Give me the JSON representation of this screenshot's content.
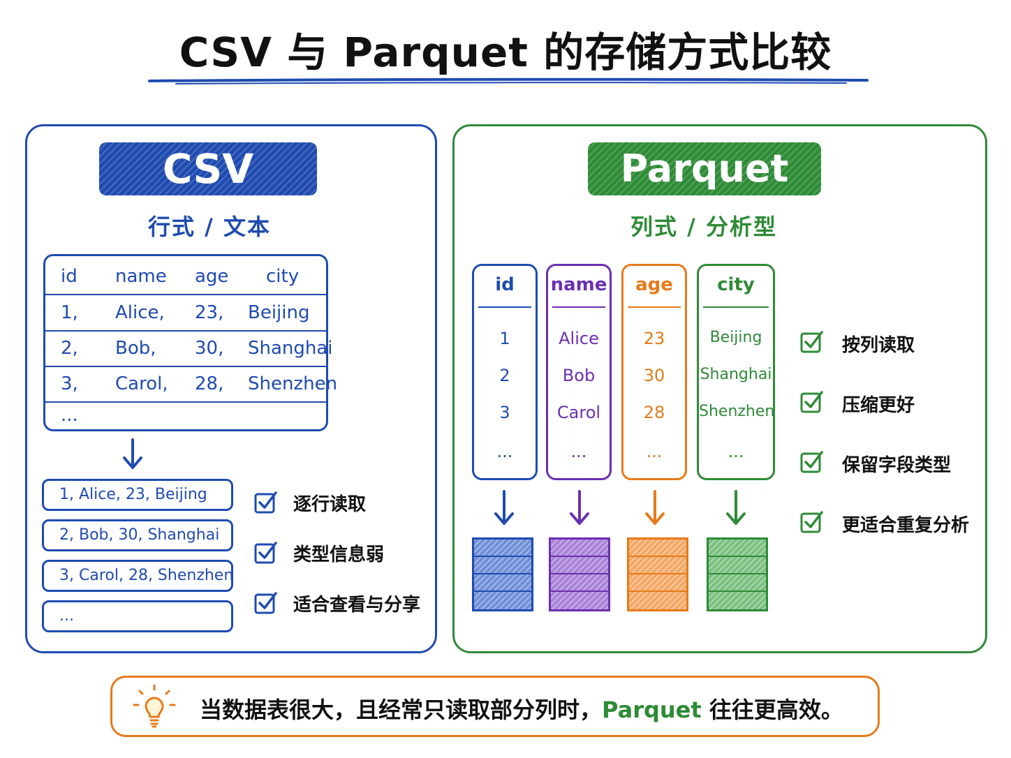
{
  "title": "CSV 与 Parquet 的存储方式比较",
  "csv": {
    "badge": "CSV",
    "subtitle": "行式 / 文本",
    "table": {
      "headers": [
        "id",
        "name",
        "age",
        "city"
      ],
      "rows": [
        [
          "1,",
          "Alice,",
          "23,",
          "Beijing"
        ],
        [
          "2,",
          "Bob,",
          "30,",
          "Shanghai"
        ],
        [
          "3,",
          "Carol,",
          "28,",
          "Shenzhen"
        ]
      ],
      "more": "..."
    },
    "records": [
      "1, Alice, 23, Beijing",
      "2, Bob, 30, Shanghai",
      "3, Carol, 28, Shenzhen",
      "..."
    ],
    "checks": [
      "逐行读取",
      "类型信息弱",
      "适合查看与分享"
    ]
  },
  "parquet": {
    "badge": "Parquet",
    "subtitle": "列式 / 分析型",
    "columns": [
      {
        "header": "id",
        "values": [
          "1",
          "2",
          "3"
        ],
        "more": "...",
        "color": "#1f4bb0"
      },
      {
        "header": "name",
        "values": [
          "Alice",
          "Bob",
          "Carol"
        ],
        "more": "...",
        "color": "#6a2fb0"
      },
      {
        "header": "age",
        "values": [
          "23",
          "30",
          "28"
        ],
        "more": "...",
        "color": "#e67a1a"
      },
      {
        "header": "city",
        "values": [
          "Beijing",
          "Shanghai",
          "Shenzhen"
        ],
        "more": "...",
        "color": "#2e8b36"
      }
    ],
    "checks": [
      "按列读取",
      "压缩更好",
      "保留字段类型",
      "更适合重复分析"
    ]
  },
  "tip": {
    "before": "当数据表很大，且经常只读取部分列时，",
    "highlight": "Parquet",
    "after": " 往往更高效。"
  },
  "colors": {
    "csv_blue": "#1f4bb0",
    "parquet_green": "#2e8b36",
    "purple": "#6a2fb0",
    "orange": "#e67a1a"
  },
  "icons": [
    "checkbox-icon",
    "down-arrow-icon",
    "lightbulb-icon"
  ]
}
